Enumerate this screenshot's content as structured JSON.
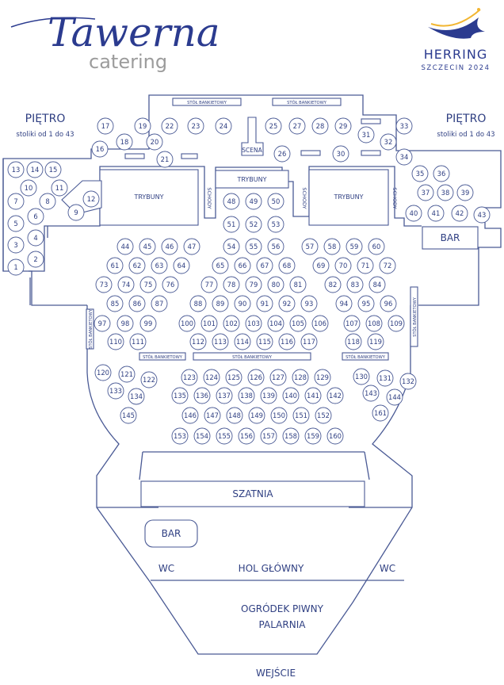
{
  "logo": {
    "script": "Tawerna",
    "sub": "catering"
  },
  "brand": {
    "name": "HERRING",
    "sub": "SZCZECIN 2024",
    "accent": "#f2b632",
    "primary": "#2b3b8f"
  },
  "labels": {
    "pietro_left": "PIĘTRO",
    "pietro_left_note": "stoliki od 1 do 43",
    "pietro_right": "PIĘTRO",
    "pietro_right_note": "stoliki od 1 do 43",
    "stol_bankietowy": "STÓŁ BANKIETOWY",
    "scena": "SCENA",
    "trybuny": "TRYBUNY",
    "schody": "SCHODY",
    "bar": "BAR",
    "szatnia": "SZATNIA",
    "wc": "WC",
    "hol": "HOL GŁÓWNY",
    "ogrodek": "OGRÓDEK PIWNY",
    "palarnia": "PALARNIA",
    "wejscie": "WEJŚCIE"
  },
  "tables": [
    "1",
    "2",
    "3",
    "4",
    "5",
    "6",
    "7",
    "8",
    "9",
    "10",
    "11",
    "12",
    "13",
    "14",
    "15",
    "16",
    "17",
    "18",
    "19",
    "20",
    "21",
    "22",
    "23",
    "24",
    "25",
    "26",
    "27",
    "28",
    "29",
    "30",
    "31",
    "32",
    "33",
    "34",
    "35",
    "36",
    "37",
    "38",
    "39",
    "40",
    "41",
    "42",
    "43",
    "44",
    "45",
    "46",
    "47",
    "48",
    "49",
    "50",
    "51",
    "52",
    "53",
    "54",
    "55",
    "56",
    "57",
    "58",
    "59",
    "60",
    "61",
    "62",
    "63",
    "64",
    "65",
    "66",
    "67",
    "68",
    "69",
    "70",
    "71",
    "72",
    "73",
    "74",
    "75",
    "76",
    "77",
    "78",
    "79",
    "80",
    "81",
    "82",
    "83",
    "84",
    "85",
    "86",
    "87",
    "88",
    "89",
    "90",
    "91",
    "92",
    "93",
    "94",
    "95",
    "96",
    "97",
    "98",
    "99",
    "100",
    "101",
    "102",
    "103",
    "104",
    "105",
    "106",
    "107",
    "108",
    "109",
    "110",
    "111",
    "112",
    "113",
    "114",
    "115",
    "116",
    "117",
    "118",
    "119",
    "120",
    "121",
    "122",
    "123",
    "124",
    "125",
    "126",
    "127",
    "128",
    "129",
    "130",
    "131",
    "132",
    "133",
    "134",
    "135",
    "136",
    "137",
    "138",
    "139",
    "140",
    "141",
    "142",
    "143",
    "144",
    "145",
    "146",
    "147",
    "148",
    "149",
    "150",
    "151",
    "152",
    "153",
    "154",
    "155",
    "156",
    "157",
    "158",
    "159",
    "160",
    "161"
  ]
}
